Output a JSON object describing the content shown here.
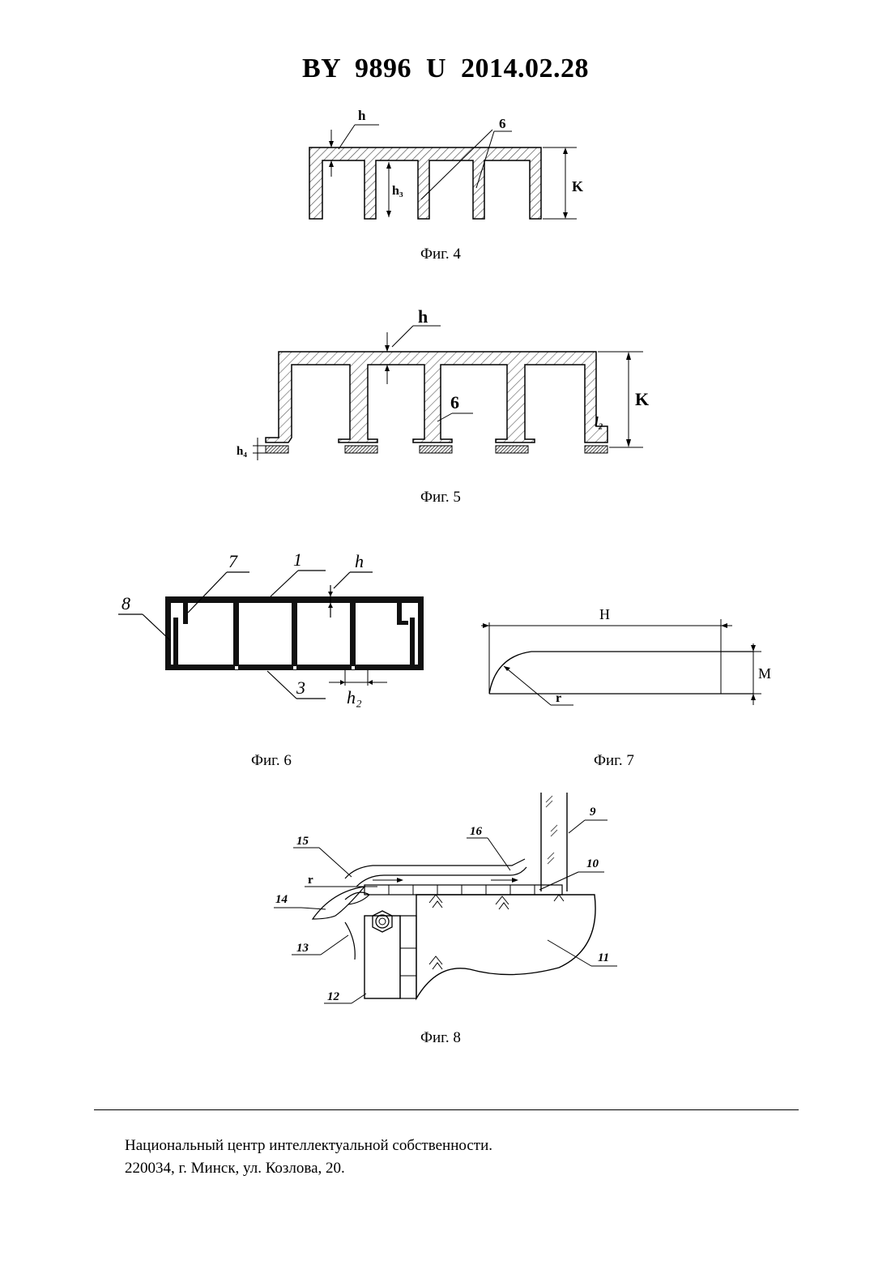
{
  "header": {
    "document_number": "BY  9896  U  2014.02.28"
  },
  "figures": {
    "fig4": {
      "caption": "Фиг. 4",
      "labels": {
        "h": "h",
        "h3": "h₃",
        "k": "K",
        "part6": "6"
      }
    },
    "fig5": {
      "caption": "Фиг. 5",
      "labels": {
        "h": "h",
        "h4": "h₄",
        "k": "K",
        "part6": "6",
        "l2": "l₂"
      }
    },
    "fig6": {
      "caption": "Фиг. 6",
      "labels": {
        "part7": "7",
        "part1": "1",
        "h": "h",
        "part8": "8",
        "part3": "3",
        "h2": "h₂"
      }
    },
    "fig7": {
      "caption": "Фиг. 7",
      "labels": {
        "H": "H",
        "M": "M",
        "r": "r"
      }
    },
    "fig8": {
      "caption": "Фиг. 8",
      "labels": {
        "p9": "9",
        "p10": "10",
        "p11": "11",
        "p12": "12",
        "p13": "13",
        "p14": "14",
        "p15": "15",
        "p16": "16",
        "r": "r"
      }
    }
  },
  "footer": {
    "line1": "Национальный центр интеллектуальной собственности.",
    "line2": "220034, г. Минск, ул. Козлова, 20."
  }
}
